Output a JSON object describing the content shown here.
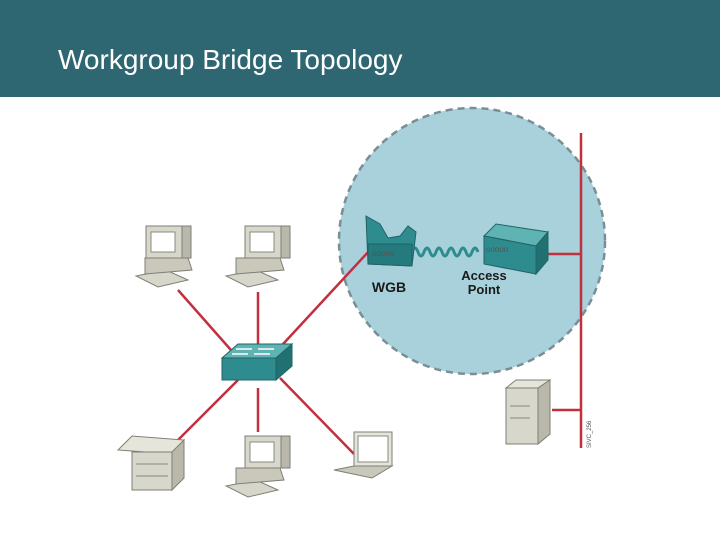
{
  "slide": {
    "title": "Workgroup Bridge Topology"
  },
  "diagram": {
    "labels": {
      "wgb": "WGB",
      "access_point_line1": "Access",
      "access_point_line2": "Point",
      "figure_id": "SIVC_256"
    },
    "icons": [
      "workstation-icon",
      "workstation-icon",
      "switch-icon",
      "printer-icon",
      "workstation-icon",
      "laptop-icon",
      "wgb-icon",
      "access-point-icon",
      "server-icon"
    ],
    "colors": {
      "header": "#2e6672",
      "links": "#c2303e",
      "coverage_area": "#a8d1dc",
      "switch": "#2f8c8e"
    }
  }
}
